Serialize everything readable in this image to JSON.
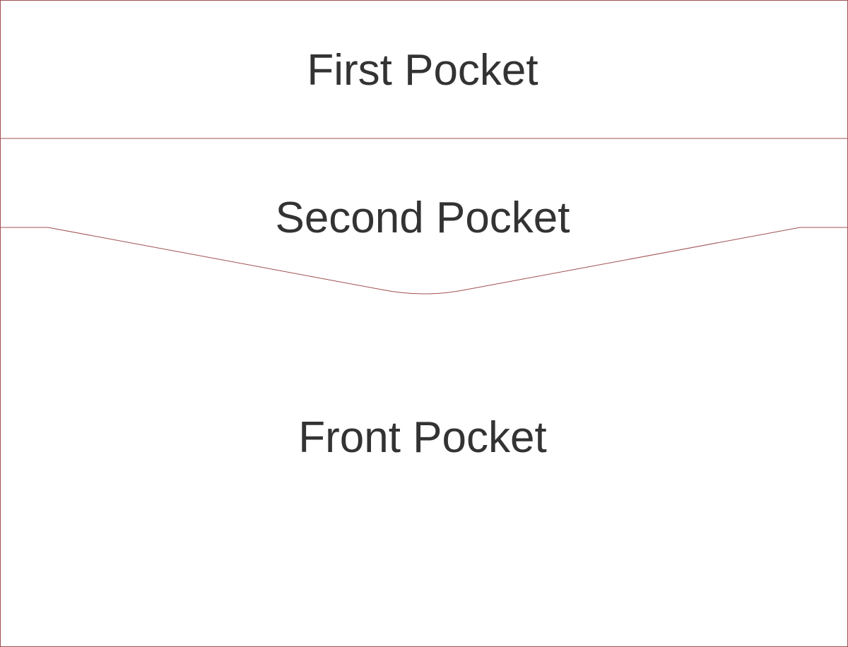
{
  "pockets": {
    "first": {
      "label": "First Pocket"
    },
    "second": {
      "label": "Second Pocket"
    },
    "front": {
      "label": "Front Pocket"
    }
  },
  "colors": {
    "outline": "#a05050",
    "text": "#333333",
    "background": "#ffffff"
  }
}
